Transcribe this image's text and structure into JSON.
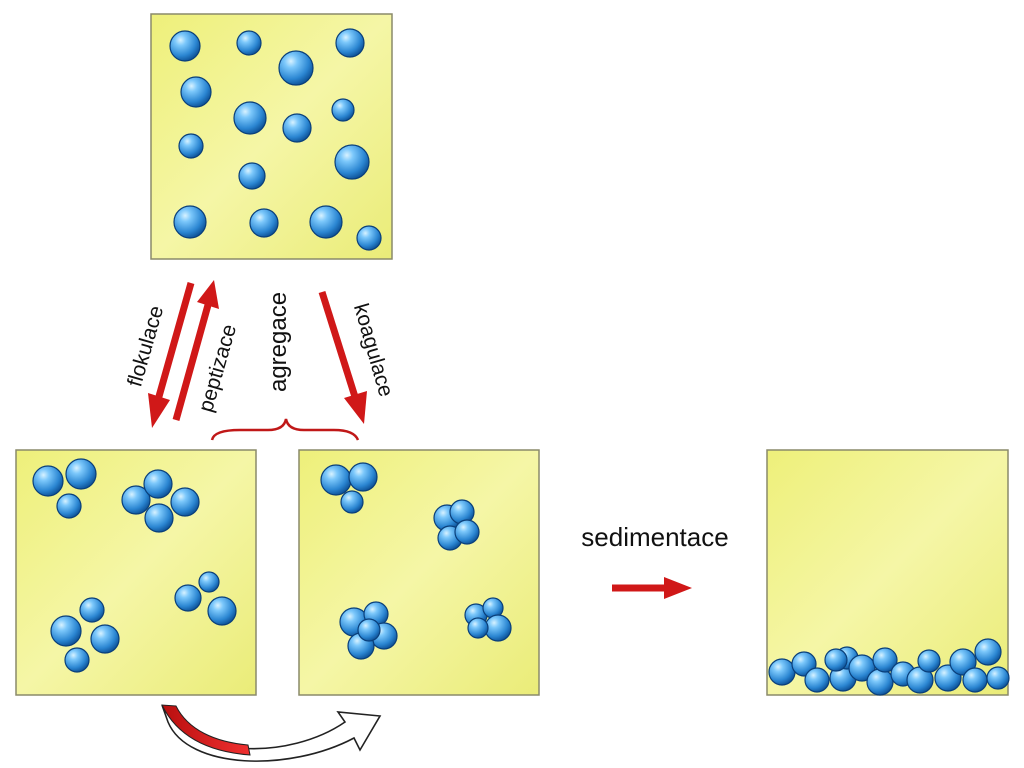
{
  "labels": {
    "flocculation": "flokulace",
    "peptization": "peptizace",
    "aggregation": "agregace",
    "coagulation": "koagulace",
    "sedimentation": "sedimentace"
  },
  "colors": {
    "panel_fill": "#f1f28a",
    "panel_border": "#8a8a6a",
    "particle_light": "#8fd3ff",
    "particle_mid": "#2e8fd8",
    "particle_dark": "#0b4f95",
    "arrow_red": "#d01818",
    "brace_red": "#c01818"
  },
  "icons": {
    "curved_arrow": "curved-transition-arrow-icon"
  }
}
